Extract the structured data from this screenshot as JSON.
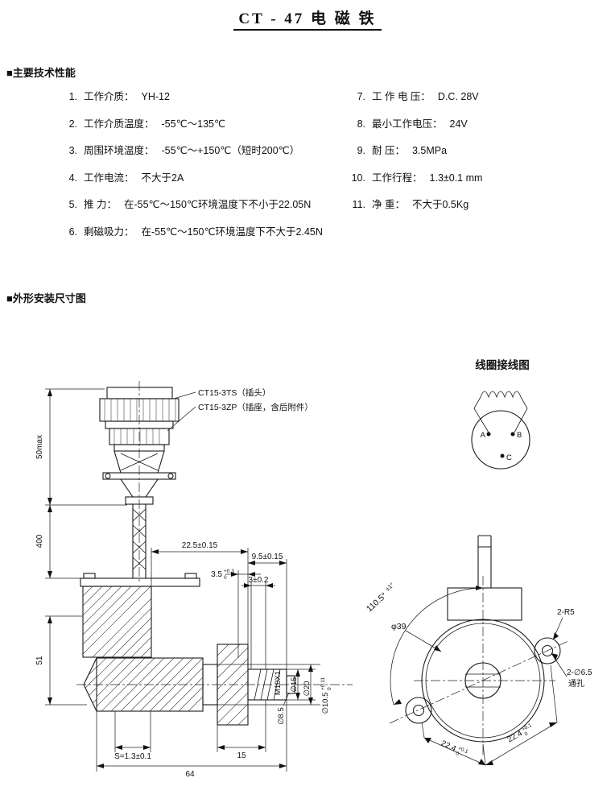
{
  "page": {
    "title": "CT - 47 电 磁 铁"
  },
  "sections": {
    "specs_title": "■主要技术性能",
    "drawing_title": "■外形安装尺寸图"
  },
  "specs": {
    "left": [
      {
        "num": "1.",
        "label": "工作介质：",
        "value": "YH-12"
      },
      {
        "num": "2.",
        "label": "工作介质温度：",
        "value": "-55℃～135℃"
      },
      {
        "num": "3.",
        "label": "周围环境温度：",
        "value": "-55℃～+150℃（短时200℃）"
      },
      {
        "num": "4.",
        "label": "工作电流：",
        "value": "不大于2A"
      },
      {
        "num": "5.",
        "label": "推  力：",
        "value": "在-55℃～150℃环境温度下不小于22.05N"
      },
      {
        "num": "6.",
        "label": "剩磁吸力：",
        "value": "在-55℃～150℃环境温度下不大于2.45N"
      }
    ],
    "right": [
      {
        "num": "7.",
        "label": "工 作 电 压：",
        "value": "D.C. 28V"
      },
      {
        "num": "8.",
        "label": "最小工作电压：",
        "value": "24V"
      },
      {
        "num": "9.",
        "label": "耐    压：",
        "value": "3.5MPa"
      },
      {
        "num": "10.",
        "label": "工作行程：",
        "value": "1.3±0.1 mm"
      },
      {
        "num": "11.",
        "label": "净    重：",
        "value": "不大于0.5Kg"
      }
    ]
  },
  "drawing": {
    "plug_label": "CT15-3TS（插头）",
    "socket_label": "CT15-3ZP（插座，含后附件）",
    "wiring": {
      "title": "线圈接线图",
      "a": "A",
      "b": "B",
      "c": "C"
    },
    "dims": {
      "h50": "50max",
      "h400": "400",
      "h51": "51",
      "w225": "22.5±0.15",
      "w95": "9.5±0.15",
      "w35": "3.5",
      "w35_tol_up": "+0.3",
      "w35_tol_dn": "0",
      "w3": "3±0.2",
      "thread": "M10X1",
      "d15": "∅15",
      "d20": "∅20",
      "d85": "∅8.5",
      "d105": "∅10.5",
      "d105_tol_up": "+0.11",
      "d105_tol_dn": "0",
      "stroke": "S=1.3±0.1",
      "w15": "15",
      "w64": "64",
      "angle": "110.5°",
      "angle_tol": "±1°",
      "d39": "φ39",
      "r5": "2-R5",
      "holes": "2-∅6.5",
      "holes2": "通孔",
      "m224a": "22.4",
      "m224a_tol_up": "+0.1",
      "m224a_tol_dn": "0",
      "m224b": "22.4",
      "m224b_tol_up": "+0.1",
      "m224b_tol_dn": "0"
    }
  }
}
